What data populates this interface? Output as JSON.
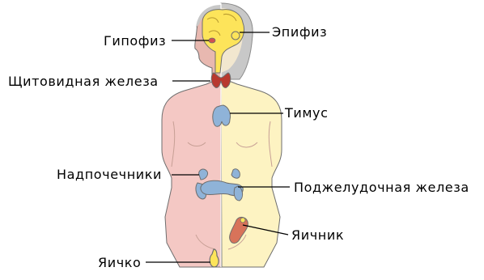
{
  "labels": {
    "pituitary": "Гипофиз",
    "pineal": "Эпифиз",
    "thyroid": "Щитовидная железа",
    "thymus": "Тимус",
    "adrenals": "Надпочечники",
    "pancreas": "Поджелудочная железа",
    "ovary": "Яичник",
    "testis": "Яичко"
  },
  "colors": {
    "male_side": "#f4c8c4",
    "female_side": "#fdf3c2",
    "head_male": "#e8b8b0",
    "head_female": "#f2e7cf",
    "hair": "#c8c8c8",
    "brain": "#fde45a",
    "gland_blue": "#8fb3d8",
    "thyroid": "#b8392f",
    "pituitary": "#d05050",
    "outline": "#6e6e6e"
  }
}
